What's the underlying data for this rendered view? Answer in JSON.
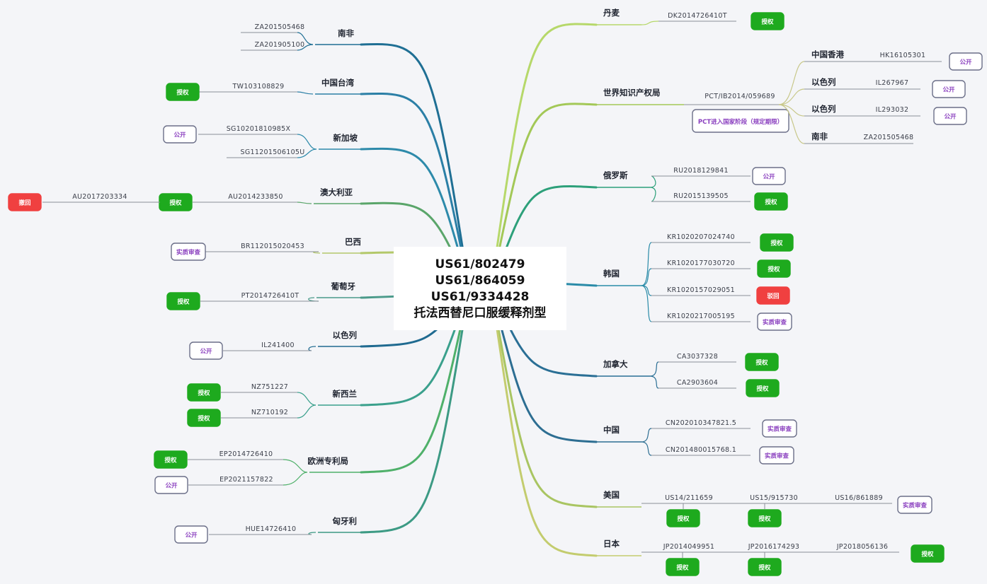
{
  "center": {
    "lines": [
      "US61/802479",
      "US61/864059",
      "US61/9334428",
      "托法西替尼口服缓释剂型"
    ]
  },
  "colors": {
    "granted": "#1eaa1e",
    "public": "#8a3fbf",
    "review": "#8a3fbf",
    "rejected": "#f04040",
    "badge_border": "#6b6f88"
  },
  "left": [
    {
      "country": "南非",
      "patents": [
        {
          "no": "ZA201505468"
        },
        {
          "no": "ZA201905100"
        }
      ]
    },
    {
      "country": "中国台湾",
      "patents": [
        {
          "no": "TW103108829",
          "status": "授权"
        }
      ]
    },
    {
      "country": "新加坡",
      "patents": [
        {
          "no": "SG10201810985X",
          "status": "公开"
        },
        {
          "no": "SG11201506105U"
        }
      ]
    },
    {
      "country": "澳大利亚",
      "patents": [
        {
          "no": "AU2014233850",
          "status": "授权",
          "child": {
            "no": "AU2017203334",
            "status": "撤回"
          }
        }
      ]
    },
    {
      "country": "巴西",
      "patents": [
        {
          "no": "BR112015020453",
          "status": "实质审查"
        }
      ]
    },
    {
      "country": "葡萄牙",
      "patents": [
        {
          "no": "PT2014726410T",
          "status": "授权"
        }
      ]
    },
    {
      "country": "以色列",
      "patents": [
        {
          "no": "IL241400",
          "status": "公开"
        }
      ]
    },
    {
      "country": "新西兰",
      "patents": [
        {
          "no": "NZ751227",
          "status": "授权"
        },
        {
          "no": "NZ710192",
          "status": "授权"
        }
      ]
    },
    {
      "country": "欧洲专利局",
      "patents": [
        {
          "no": "EP2014726410",
          "status": "授权"
        },
        {
          "no": "EP2021157822",
          "status": "公开"
        }
      ]
    },
    {
      "country": "匈牙利",
      "patents": [
        {
          "no": "HUE14726410",
          "status": "公开"
        }
      ]
    }
  ],
  "right": [
    {
      "country": "丹麦",
      "patents": [
        {
          "no": "DK2014726410T",
          "status": "授权"
        }
      ]
    },
    {
      "country": "世界知识产权局",
      "pct_no": "PCT/IB2014/059689",
      "pct_note": "PCT进入国家阶段（规定期限）",
      "patents": [
        {
          "country": "中国香港",
          "no": "HK16105301",
          "status": "公开"
        },
        {
          "country": "以色列",
          "no": "IL267967",
          "status": "公开"
        },
        {
          "country": "以色列",
          "no": "IL293032",
          "status": "公开"
        },
        {
          "country": "南非",
          "no": "ZA201505468"
        }
      ]
    },
    {
      "country": "俄罗斯",
      "patents": [
        {
          "no": "RU2018129841",
          "status": "公开"
        },
        {
          "no": "RU2015139505",
          "status": "授权"
        }
      ]
    },
    {
      "country": "韩国",
      "patents": [
        {
          "no": "KR1020207024740",
          "status": "授权"
        },
        {
          "no": "KR1020177030720",
          "status": "授权"
        },
        {
          "no": "KR1020157029051",
          "status": "驳回"
        },
        {
          "no": "KR1020217005195",
          "status": "实质审查"
        }
      ]
    },
    {
      "country": "加拿大",
      "patents": [
        {
          "no": "CA3037328",
          "status": "授权"
        },
        {
          "no": "CA2903604",
          "status": "授权"
        }
      ]
    },
    {
      "country": "中国",
      "patents": [
        {
          "no": "CN202010347821.5",
          "status": "实质审查"
        },
        {
          "no": "CN201480015768.1",
          "status": "实质审查"
        }
      ]
    },
    {
      "country": "美国",
      "patents": [
        {
          "no": "US14/211659",
          "status": "授权"
        },
        {
          "no": "US15/915730",
          "status": "授权"
        },
        {
          "no": "US16/861889",
          "status": "实质审查"
        }
      ]
    },
    {
      "country": "日本",
      "patents": [
        {
          "no": "JP2014049951",
          "status": "授权"
        },
        {
          "no": "JP2016174293",
          "status": "授权"
        },
        {
          "no": "JP2018056136",
          "status": "授权"
        }
      ]
    }
  ]
}
